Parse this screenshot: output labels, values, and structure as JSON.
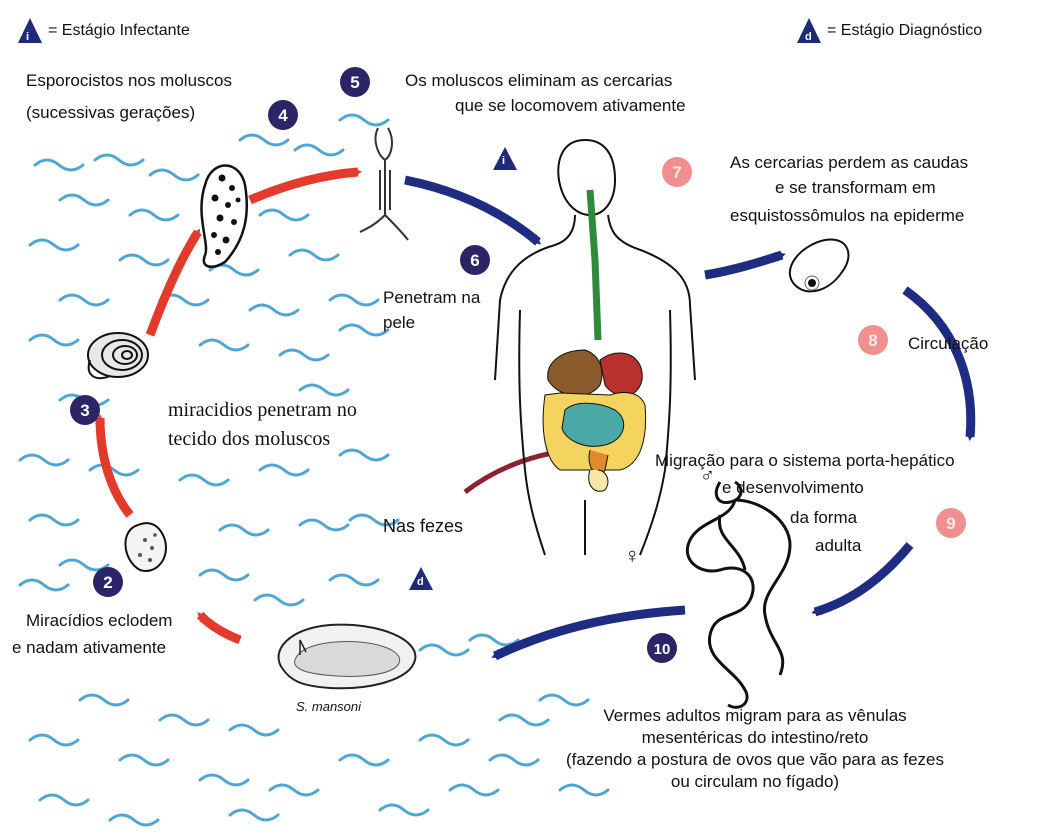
{
  "legend": {
    "infective_badge": "i",
    "infective_label": "= Estágio Infectante",
    "diagnostic_badge": "d",
    "diagnostic_label": "= Estágio Diagnóstico"
  },
  "steps": [
    {
      "num": "2",
      "text": [
        "Miracídios eclodem",
        "e nadam ativamente"
      ],
      "path": "host"
    },
    {
      "num": "3",
      "text": [
        "miracidios penetram no",
        "tecido dos moluscos"
      ],
      "path": "host"
    },
    {
      "num": "4",
      "text": [
        "Esporocistos nos moluscos",
        "(sucessivas gerações)"
      ],
      "path": "host"
    },
    {
      "num": "5",
      "text": [
        "Os moluscos eliminam as cercarias",
        "que se locomovem ativamente"
      ],
      "path": "host"
    },
    {
      "num": "6",
      "text": [
        "Penetram na",
        "pele"
      ],
      "path": "host"
    },
    {
      "num": "7",
      "text": [
        "As cercarias perdem as caudas",
        "e se transformam em",
        "esquistossômulos na epiderme"
      ],
      "path": "human"
    },
    {
      "num": "8",
      "text": [
        "Circulação"
      ],
      "path": "human"
    },
    {
      "num": "9",
      "text": [
        "Migração para o sistema porta-hepático",
        "e desenvolvimento",
        "da forma",
        "adulta"
      ],
      "path": "human"
    },
    {
      "num": "10",
      "text": [
        "Vermes adultos migram para as vênulas",
        "mesentéricas do intestino/reto",
        "(fazendo a postura de ovos que vão para as fezes",
        "ou circulam no fígado)"
      ],
      "path": "host"
    }
  ],
  "feces_label": "Nas fezes",
  "egg_label": "S. mansoni",
  "sex_symbols": {
    "male": "♂",
    "female": "♀"
  },
  "colors": {
    "badge_dark": "#2b2466",
    "badge_light": "#ef8f8f",
    "triangle": "#1f2a78",
    "arrow_red": "#e23b2c",
    "arrow_blue": "#1e2c82",
    "water": "#4fa6d4",
    "gut_green": "#2f8a3a"
  }
}
